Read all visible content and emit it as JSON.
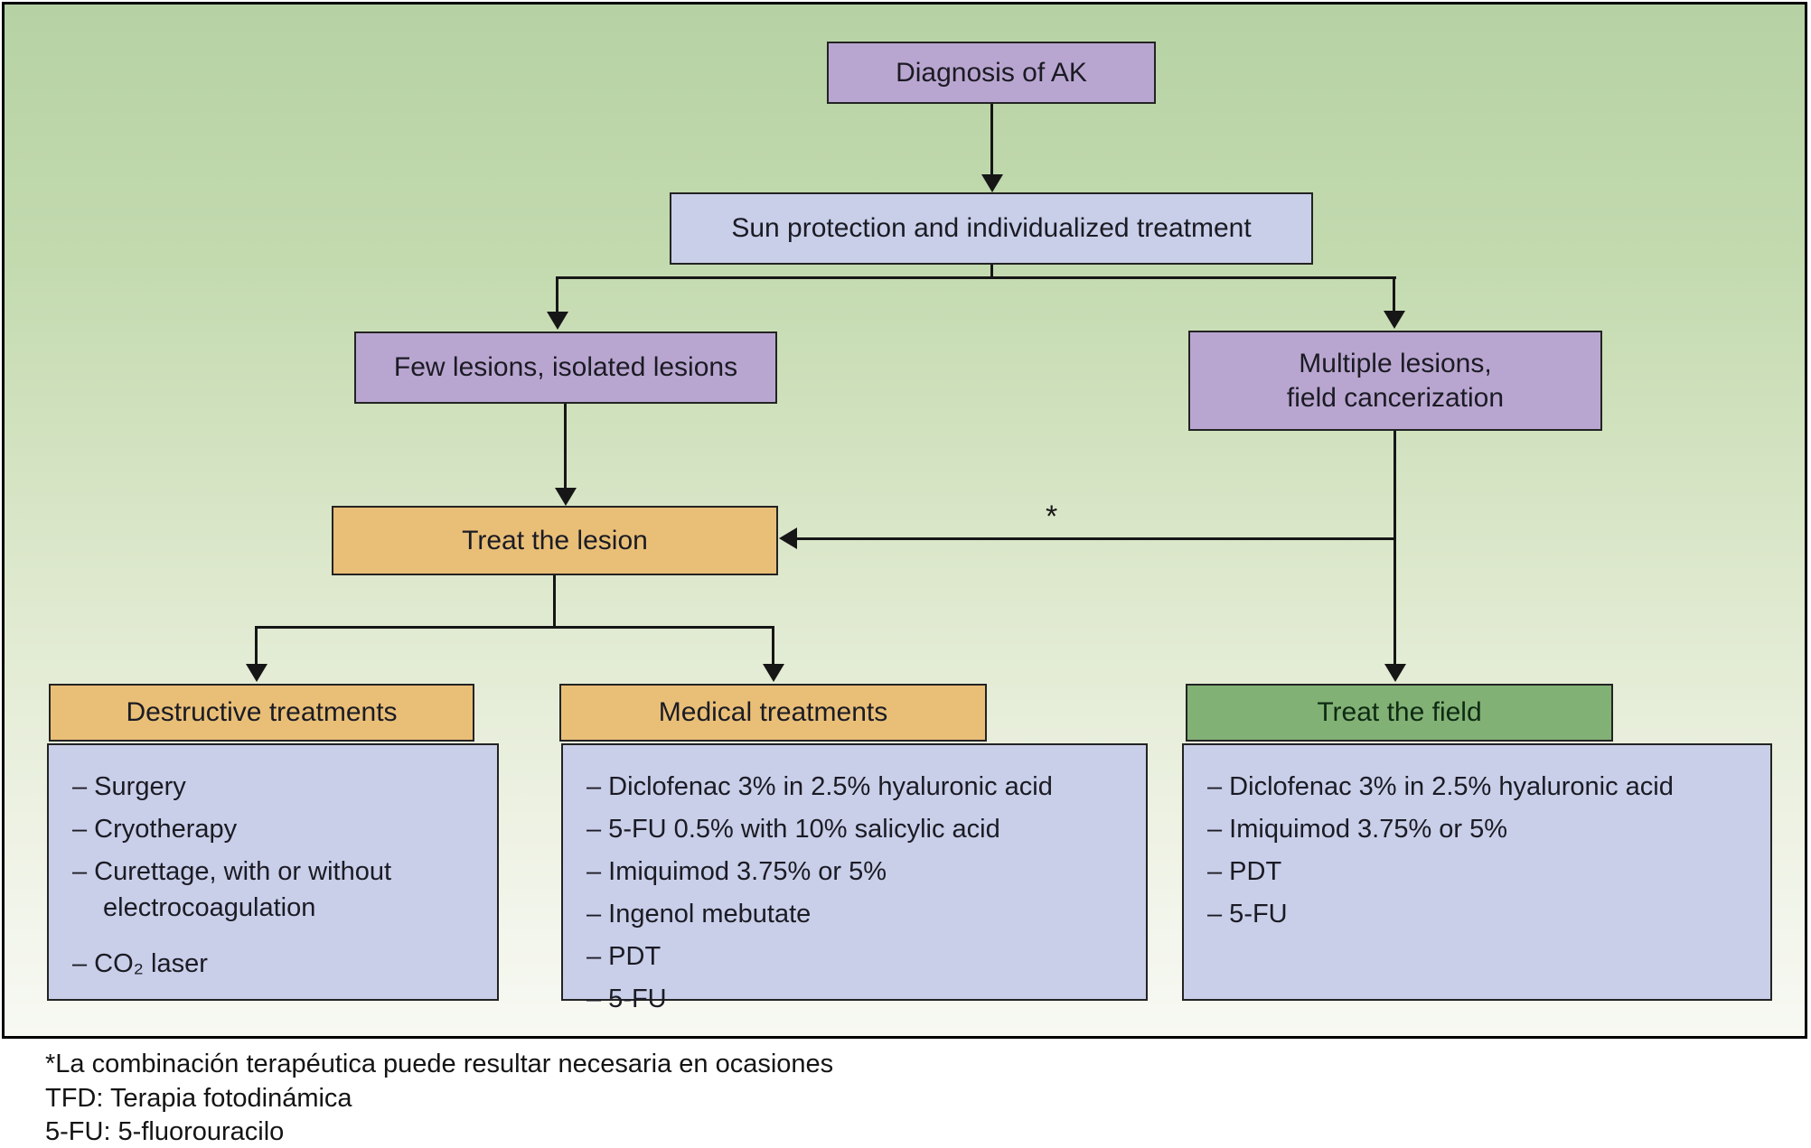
{
  "nodes": {
    "diagnosis": {
      "label": "Diagnosis of AK"
    },
    "sun_protection": {
      "label": "Sun protection and individualized treatment"
    },
    "few_lesions": {
      "label": "Few lesions, isolated lesions"
    },
    "multiple_lesions": {
      "label": "Multiple lesions,\nfield cancerization"
    },
    "treat_lesion": {
      "label": "Treat the lesion"
    },
    "destructive": {
      "title": "Destructive treatments",
      "items": [
        "– Surgery",
        "– Cryotherapy",
        "– Curettage, with or without electrocoagulation",
        "– CO₂ laser"
      ]
    },
    "medical": {
      "title": "Medical treatments",
      "items": [
        "– Diclofenac 3% in 2.5% hyaluronic acid",
        "– 5-FU 0.5% with 10% salicylic acid",
        "– Imiquimod 3.75% or 5%",
        "– Ingenol mebutate",
        "– PDT",
        "– 5-FU"
      ]
    },
    "field": {
      "title": "Treat the field",
      "items": [
        "– Diclofenac 3% in 2.5% hyaluronic acid",
        "– Imiquimod 3.75% or 5%",
        "– PDT",
        "– 5-FU"
      ]
    }
  },
  "annotations": {
    "combination_note_marker": "*"
  },
  "footnotes": [
    "*La combinación terapéutica puede resultar necesaria en ocasiones",
    "TFD: Terapia fotodinámica",
    "5-FU: 5-fluorouracilo"
  ],
  "colors": {
    "node_purple": "#b9a6d0",
    "node_blue": "#c9cfe9",
    "node_orange": "#e9bf77",
    "node_green": "#82b176",
    "background_top": "#b6d2a4",
    "background_bottom": "#f7f9f3",
    "line": "#161616"
  }
}
